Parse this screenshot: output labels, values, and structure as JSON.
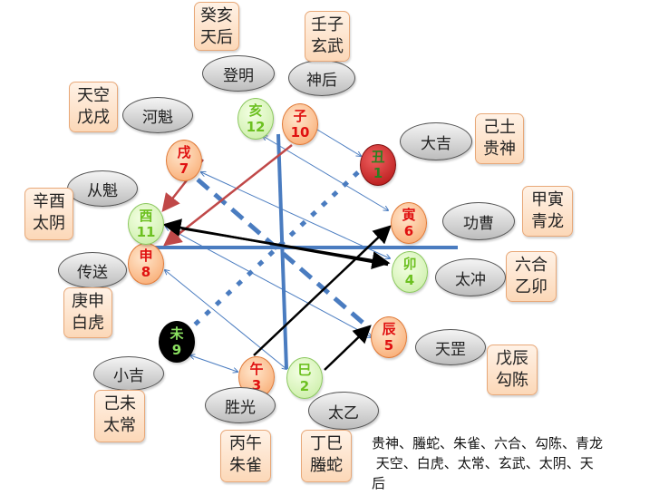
{
  "branches": [
    {
      "id": "zi",
      "name": "子",
      "num": "10"
    },
    {
      "id": "chou",
      "name": "丑",
      "num": "1"
    },
    {
      "id": "yin",
      "name": "寅",
      "num": "6"
    },
    {
      "id": "mao",
      "name": "卯",
      "num": "4"
    },
    {
      "id": "chen",
      "name": "辰",
      "num": "5"
    },
    {
      "id": "si",
      "name": "巳",
      "num": "2"
    },
    {
      "id": "wu",
      "name": "午",
      "num": "3"
    },
    {
      "id": "wei",
      "name": "未",
      "num": "9"
    },
    {
      "id": "shen",
      "name": "申",
      "num": "8"
    },
    {
      "id": "you",
      "name": "酉",
      "num": "11"
    },
    {
      "id": "xu",
      "name": "戌",
      "num": "7"
    },
    {
      "id": "hai",
      "name": "亥",
      "num": "12"
    }
  ],
  "generals": [
    "神后",
    "大吉",
    "功曹",
    "太冲",
    "天罡",
    "太乙",
    "胜光",
    "小吉",
    "传送",
    "从魁",
    "河魁",
    "登明"
  ],
  "info_boxes": [
    {
      "id": "guiji",
      "line1": "癸亥",
      "line2": "天后"
    },
    {
      "id": "renzi",
      "line1": "壬子",
      "line2": "玄武"
    },
    {
      "id": "tiankong",
      "line1": "天空",
      "line2": "戊戌"
    },
    {
      "id": "jichou",
      "line1": "己土",
      "line2": "贵神"
    },
    {
      "id": "jiayin",
      "line1": "甲寅",
      "line2": "青龙"
    },
    {
      "id": "liuhe",
      "line1": "六合",
      "line2": "乙卯"
    },
    {
      "id": "xinyou",
      "line1": "辛酉",
      "line2": "太阴"
    },
    {
      "id": "gengshen",
      "line1": "庚申",
      "line2": "白虎"
    },
    {
      "id": "wuchen",
      "line1": "戊辰",
      "line2": "勾陈"
    },
    {
      "id": "jiwei",
      "line1": "己未",
      "line2": "太常"
    },
    {
      "id": "bingwu",
      "line1": "丙午",
      "line2": "朱雀"
    },
    {
      "id": "dingsi",
      "line1": "丁巳",
      "line2": "螣蛇"
    }
  ],
  "legend": {
    "line1": "贵神、螣蛇、朱雀、六合、勾陈、青龙",
    "line2": " 天空、白虎、太常、玄武、太阴、天",
    "line3": "后"
  },
  "colors": {
    "orange_node": "#f8a468",
    "green_node": "#c6eca0",
    "red_text": "#e01010",
    "blue_line": "#4a7cc0",
    "red_arrow": "#c04848",
    "black_arrow": "#000000"
  }
}
